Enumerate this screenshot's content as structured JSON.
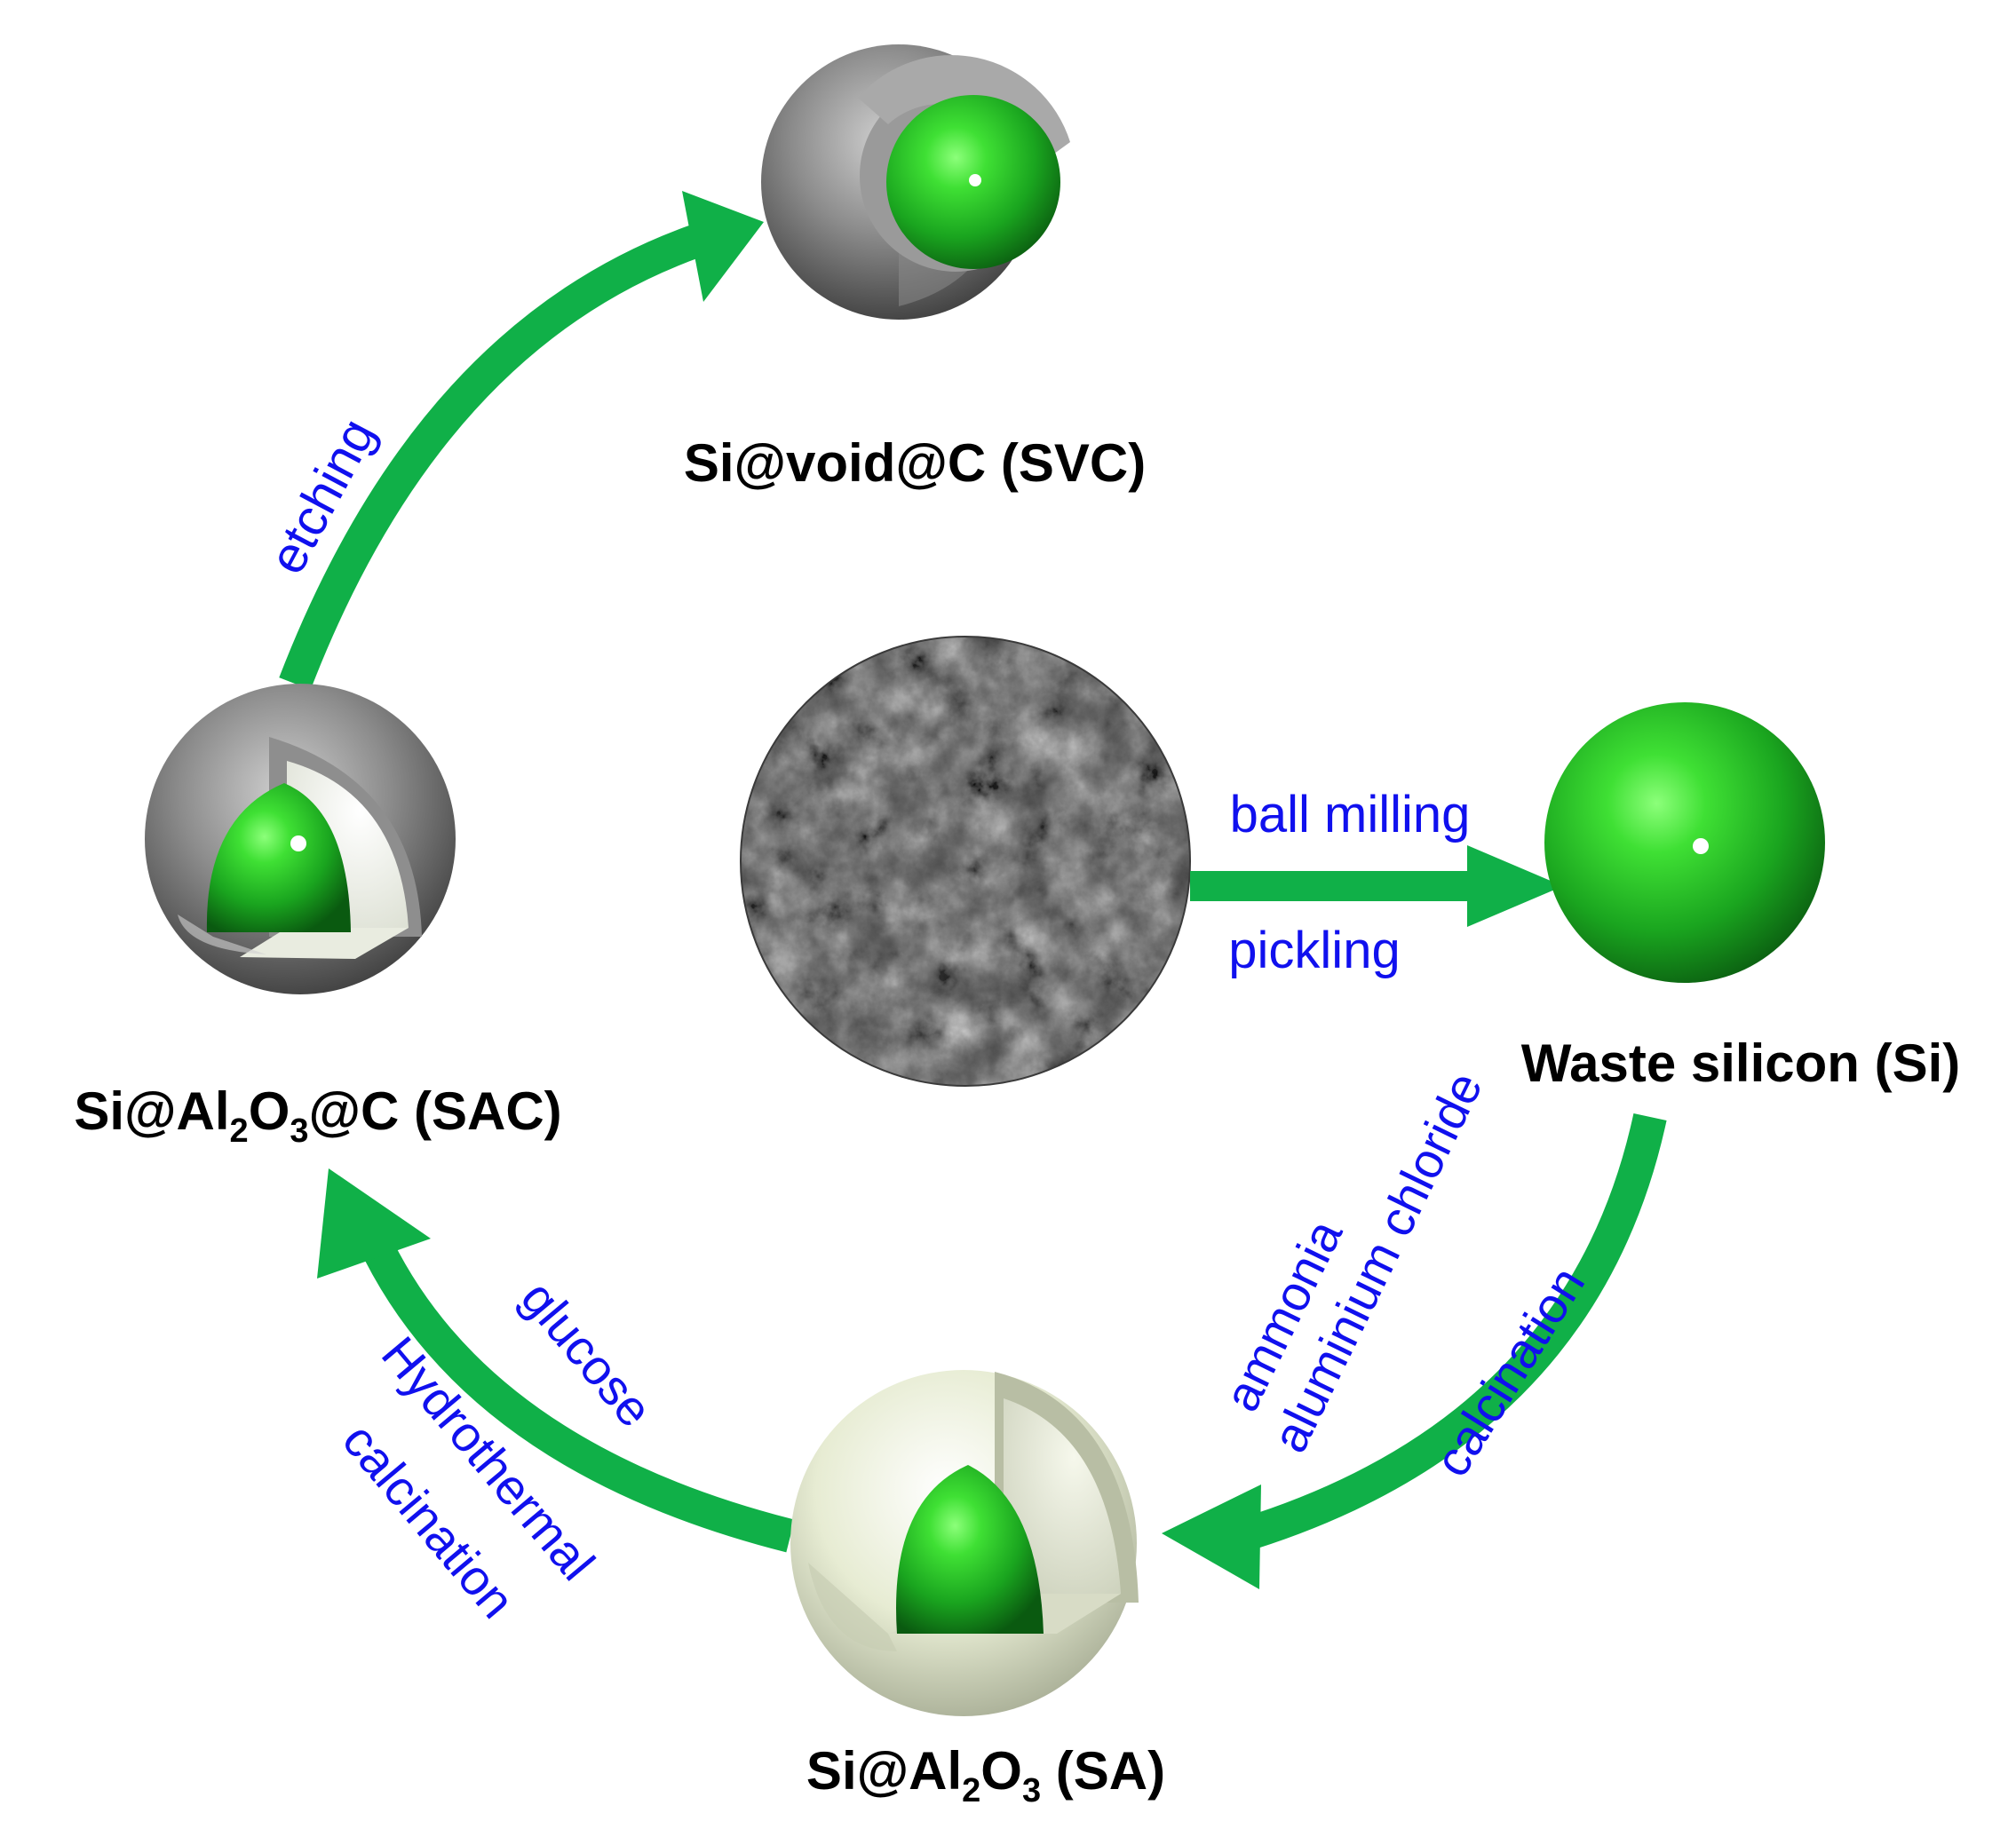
{
  "colors": {
    "arrow": "#10b048",
    "step_text": "#1010ee",
    "label_text": "#000000",
    "core_green": "#1fc42a",
    "carbon_gray": "#7a7a7a",
    "alumina_cream": "#e6ecd2"
  },
  "materials": {
    "waste_si": "Waste silicon (Si)",
    "svc": "Si@void@C (SVC)",
    "sac": {
      "pre": "Si@Al",
      "sub1": "2",
      "mid": "O",
      "sub2": "3",
      "post": "@C (SAC)"
    },
    "sa": {
      "pre": "Si@Al",
      "sub1": "2",
      "mid": "O",
      "sub2": "3",
      "post": " (SA)"
    }
  },
  "steps": {
    "milling": {
      "line1": "ball milling",
      "line2": "pickling"
    },
    "coating": {
      "line1": "ammonia",
      "line2": "aluminium chloride",
      "line3": "calcination"
    },
    "carbon": {
      "line1": "glucose",
      "line2": "Hydrothermal",
      "line3": "calcination"
    },
    "etching": {
      "line1": "etching"
    }
  },
  "icons": {
    "raw_material": "waste-silicon-sem-texture",
    "si_sphere": "green-sphere",
    "sa_particle": "cutaway-alumina-shell-sphere",
    "sac_particle": "cutaway-carbon-alumina-sphere",
    "svc_particle": "cutaway-yolk-shell-sphere"
  }
}
